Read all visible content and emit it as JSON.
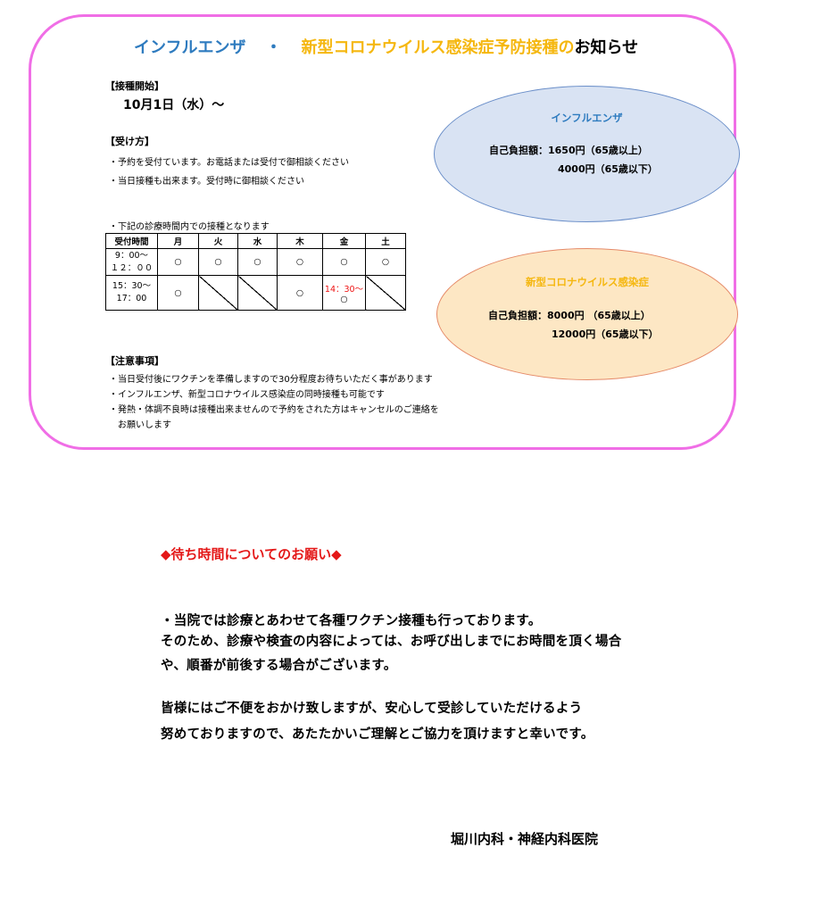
{
  "header": {
    "title_flu": "インフルエンザ",
    "title_sep": "・",
    "title_covid": "新型コロナウイルス感染症予防接種の",
    "title_end": "お知らせ"
  },
  "start": {
    "label": "【接種開始】",
    "date": "10月1日（水）～"
  },
  "reception": {
    "label": "【受け方】",
    "lines": [
      "・予約を受付ています。お電話または受付で御相談ください",
      "・当日接種も出来ます。受付時に御相談ください"
    ]
  },
  "schedule": {
    "note": "・下記の診療時間内での接種となります",
    "headers": [
      "受付時間",
      "月",
      "火",
      "水",
      "木",
      "金",
      "土"
    ],
    "row1": {
      "time": "9：00～\n１２：００",
      "cells": [
        "○",
        "○",
        "○",
        "○",
        "○",
        "○"
      ]
    },
    "row2": {
      "time": "15：30～\n17：00",
      "mon": "○",
      "thu": "○",
      "fri_time": "14：30～",
      "fri_mark": "○"
    }
  },
  "cautions": {
    "label": "【注意事項】",
    "lines": [
      "・当日受付後にワクチンを準備しますので30分程度お待ちいただく事があります",
      "・インフルエンザ、新型コロナウイルス感染症の同時接種も可能です",
      "・発熱・体調不良時は接種出来ませんので予約をされた方はキャンセルのご連絡を",
      "　お願いします"
    ]
  },
  "flu_box": {
    "title": "インフルエンザ",
    "line1": "自己負担額：1650円（65歳以上）",
    "line2": "4000円（65歳以下）"
  },
  "covid_box": {
    "title": "新型コロナウイルス感染症",
    "line1": "自己負担額：8000円 （65歳以上）",
    "line2": "12000円（65歳以下）"
  },
  "notice": {
    "heading": "◆待ち時間についてのお願い◆",
    "lines": [
      "・当院では診療とあわせて各種ワクチン接種も行っております。",
      "そのため、診療や検査の内容によっては、お呼び出しまでにお時間を頂く場合",
      "や、順番が前後する場合がございます。",
      "皆様にはご不便をおかけ致しますが、安心して受診していただけるよう",
      "努めておりますので、あたたかいご理解とご協力を頂けますと幸いです。"
    ]
  },
  "clinic_name": "堀川内科・神経内科医院",
  "colors": {
    "frame": "#f06ee6",
    "flu": "#2e7bbf",
    "covid": "#f5b70f",
    "alert": "#e41818"
  }
}
